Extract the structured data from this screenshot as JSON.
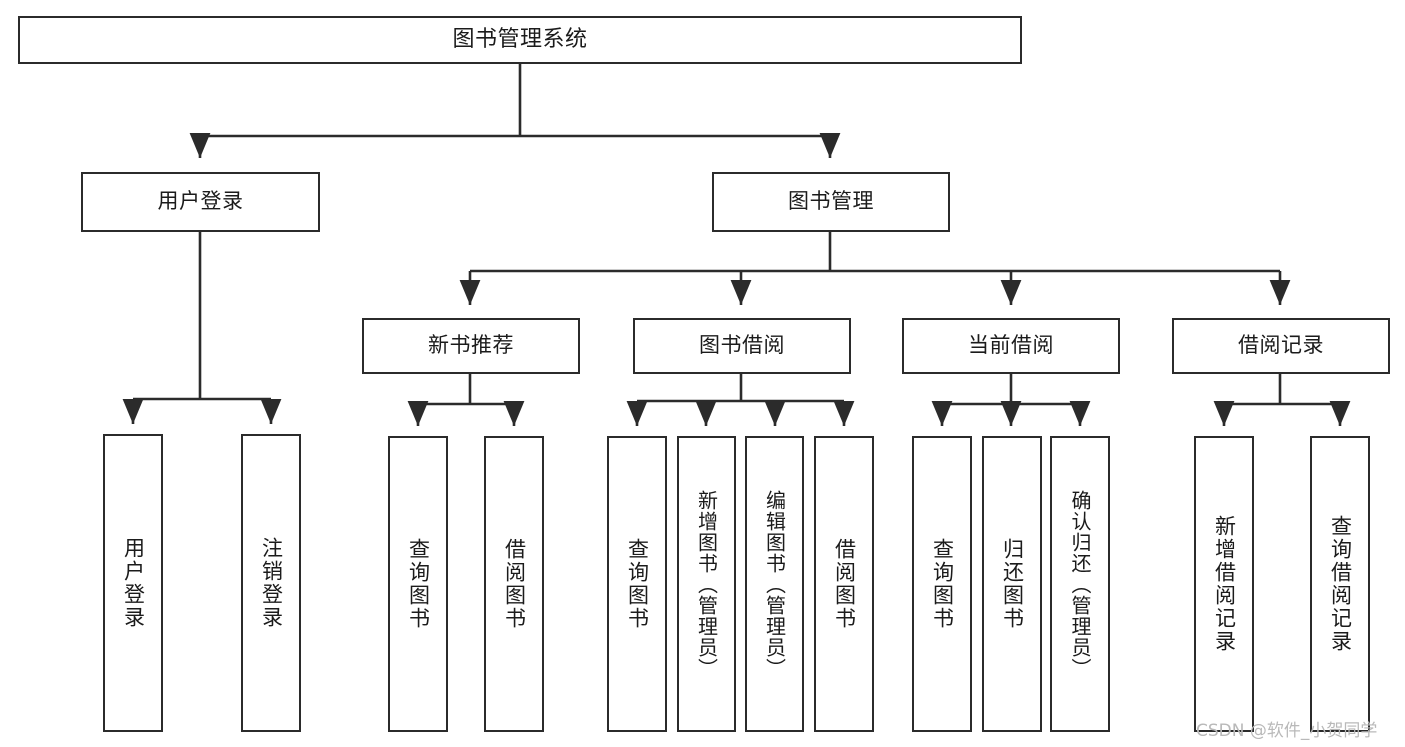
{
  "diagram": {
    "title": "图书管理系统",
    "type": "hierarchy-tree",
    "watermark": "CSDN @软件_小贺同学",
    "colors": {
      "stroke": "#2b2b2b",
      "text": "#1b1b1b",
      "background": "#ffffff",
      "watermark": "#b9b9b9"
    },
    "levels": {
      "root": {
        "label": "图书管理系统"
      },
      "level2": [
        {
          "id": "user-login",
          "label": "用户登录"
        },
        {
          "id": "book-management",
          "label": "图书管理"
        }
      ],
      "level3": [
        {
          "id": "new-book-recommend",
          "label": "新书推荐"
        },
        {
          "id": "book-borrow",
          "label": "图书借阅"
        },
        {
          "id": "current-borrow",
          "label": "当前借阅"
        },
        {
          "id": "borrow-record",
          "label": "借阅记录"
        }
      ],
      "leaves": {
        "user_login": [
          {
            "id": "leaf-user-login",
            "label": "用户登录"
          },
          {
            "id": "leaf-logout-login",
            "label": "注销登录"
          }
        ],
        "new_book_recommend": [
          {
            "id": "leaf-query-book-1",
            "label": "查询图书"
          },
          {
            "id": "leaf-borrow-book-1",
            "label": "借阅图书"
          }
        ],
        "book_borrow": [
          {
            "id": "leaf-query-book-2",
            "label": "查询图书"
          },
          {
            "id": "leaf-add-book",
            "label": "新增图书（管理员）"
          },
          {
            "id": "leaf-edit-book",
            "label": "编辑图书（管理员）"
          },
          {
            "id": "leaf-borrow-book-2",
            "label": "借阅图书"
          }
        ],
        "current_borrow": [
          {
            "id": "leaf-query-book-3",
            "label": "查询图书"
          },
          {
            "id": "leaf-return-book",
            "label": "归还图书"
          },
          {
            "id": "leaf-confirm-return",
            "label": "确认归还（管理员）"
          }
        ],
        "borrow_record": [
          {
            "id": "leaf-add-record",
            "label": "新增借阅记录"
          },
          {
            "id": "leaf-query-record",
            "label": "查询借阅记录"
          }
        ]
      }
    }
  }
}
